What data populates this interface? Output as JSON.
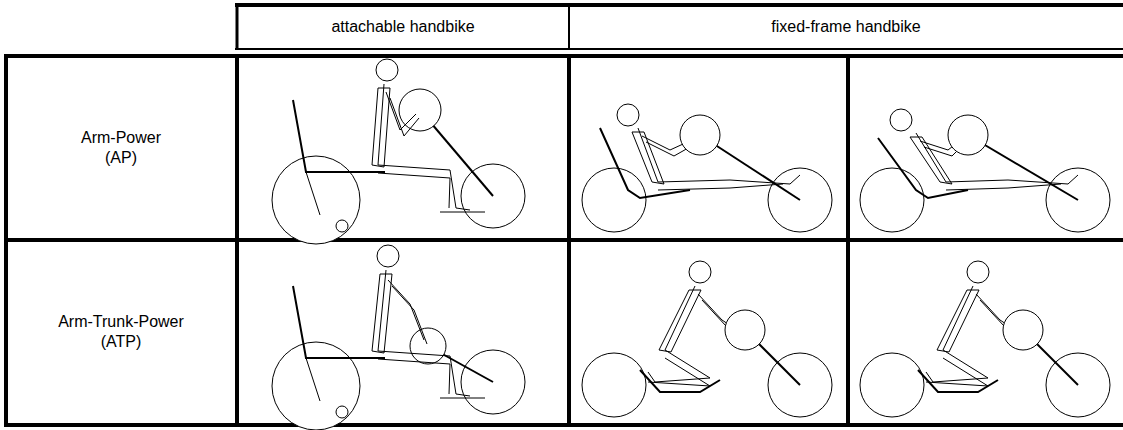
{
  "diagram": {
    "labels": [
      "attachable handbike",
      "fixed-frame handbike",
      "Arm-Power (AP)",
      "Arm-Trunk-Power (ATP)"
    ]
  }
}
